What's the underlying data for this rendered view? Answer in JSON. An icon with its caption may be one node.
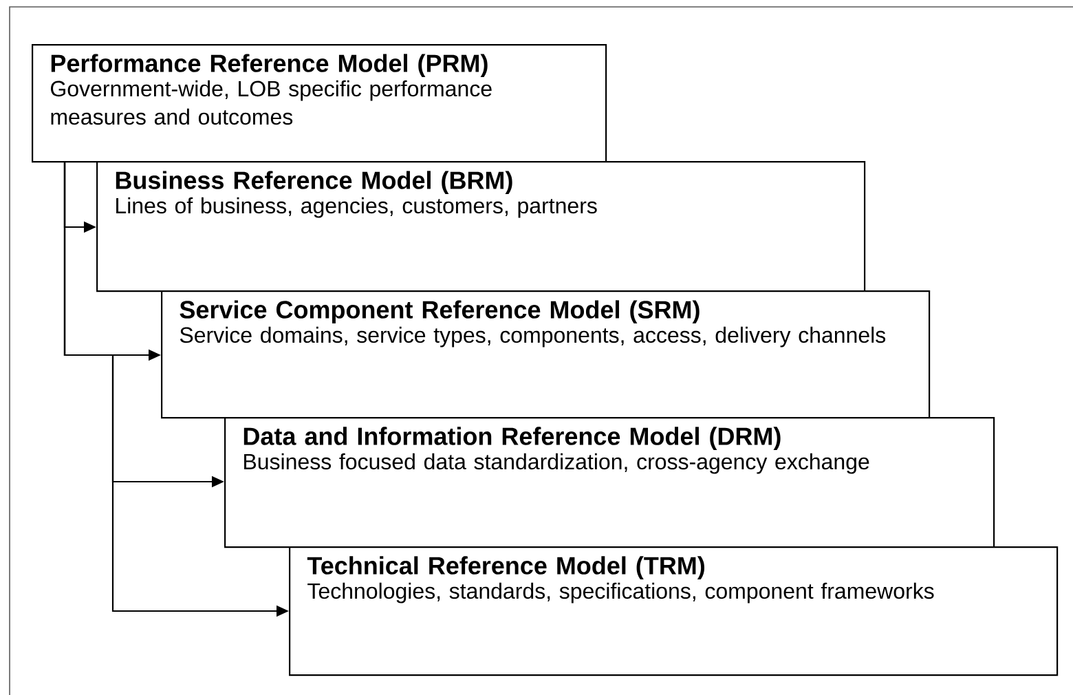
{
  "diagram": {
    "nodes": [
      {
        "text": [
          "Performance Reference Model (PRM)",
          "Government-wide, LOB specific performance measures and outcomes"
        ]
      },
      {
        "text": [
          "Business Reference Model (BRM)",
          "Lines of business, agencies, customers, partners"
        ]
      },
      {
        "text": [
          "Service Component Reference Model (SRM)",
          "Service domains, service types, components, access, delivery channels"
        ]
      },
      {
        "text": [
          "Data and Information Reference Model (DRM)",
          "Business focused data standardization, cross-agency exchange"
        ]
      },
      {
        "text": [
          "Technical Reference Model (TRM)",
          "Technologies, standards, specifications, component frameworks"
        ]
      }
    ],
    "edges": [
      {
        "from": 0,
        "to": 1,
        "arrow": "to"
      },
      {
        "from": 0,
        "to": 2,
        "arrow": "to"
      },
      {
        "from": 0,
        "to": 3,
        "arrow": "to"
      },
      {
        "from": 0,
        "to": 4,
        "arrow": "to"
      }
    ]
  }
}
